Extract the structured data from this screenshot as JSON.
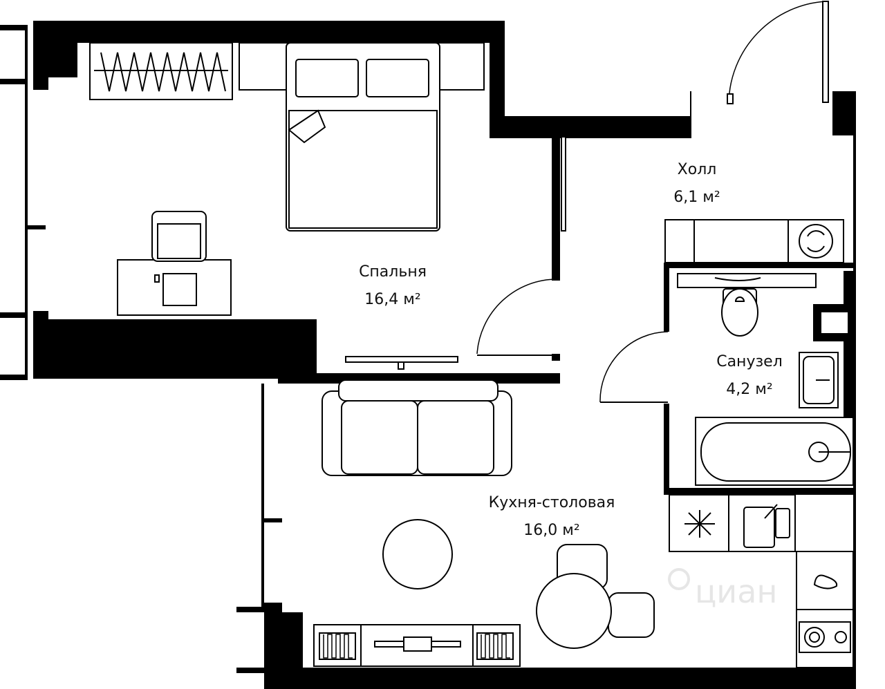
{
  "rooms": {
    "bedroom": {
      "name": "Спальня",
      "area": "16,4 м²"
    },
    "hall": {
      "name": "Холл",
      "area": "6,1 м²"
    },
    "bathroom": {
      "name": "Санузел",
      "area": "4,2 м²"
    },
    "kitchen": {
      "name": "Кухня-столовая",
      "area": "16,0 м²"
    }
  },
  "watermark": "циан",
  "colors": {
    "walls": "#000000",
    "background": "#ffffff",
    "watermark": "#e6e6e6"
  }
}
